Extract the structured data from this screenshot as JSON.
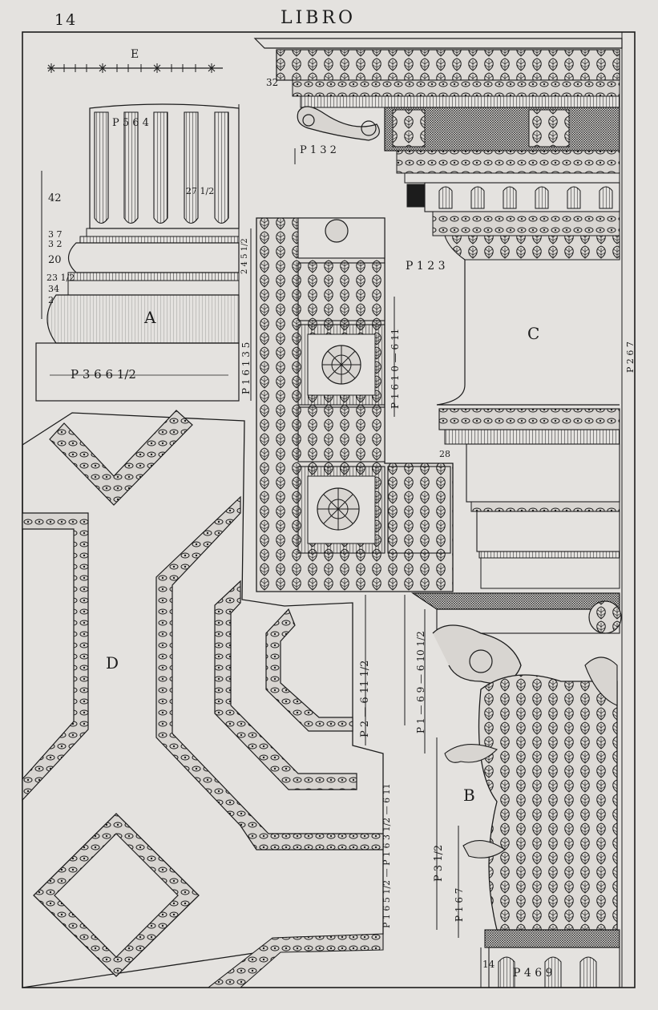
{
  "header": {
    "page_number": "14",
    "title": "LIBRO"
  },
  "figure_labels": {
    "A": "A",
    "B": "B",
    "C": "C",
    "D": "D",
    "E": "E"
  },
  "dimensions": {
    "a_base_width": "P 3 6 6 1/2",
    "a_base_height": "P 1 6 1 3 5",
    "a_flute": "P 5 6 4",
    "a_flute_depth": "27 1/2",
    "a_mouldings": [
      "42",
      "3 7",
      "3 2",
      "20",
      "23 1/2",
      "34",
      "2"
    ],
    "a_right": "2 4 5 1/2",
    "c_top": "P 1 3 2",
    "c_top_left": "32",
    "c_mid": "P 1 2 3",
    "c_right": "P 2 6 7",
    "panel_height": "P 1 6 1 0 — 6 11",
    "panel_corner": "28",
    "d_1": "P 2 — 6 11 1/2",
    "d_2": "P 1 — 6 9 — 6 10 1/2",
    "d_3": "P 1 6 5 1/2 — P 1 6 3 1/2 — 6 11",
    "b_1": "P 3 1/2",
    "b_2": "P 1 6 7",
    "b_base": "P 4 6 9",
    "b_base_side": "14"
  },
  "colors": {
    "paper": "#e4e2df",
    "ink": "#1c1c1c"
  }
}
